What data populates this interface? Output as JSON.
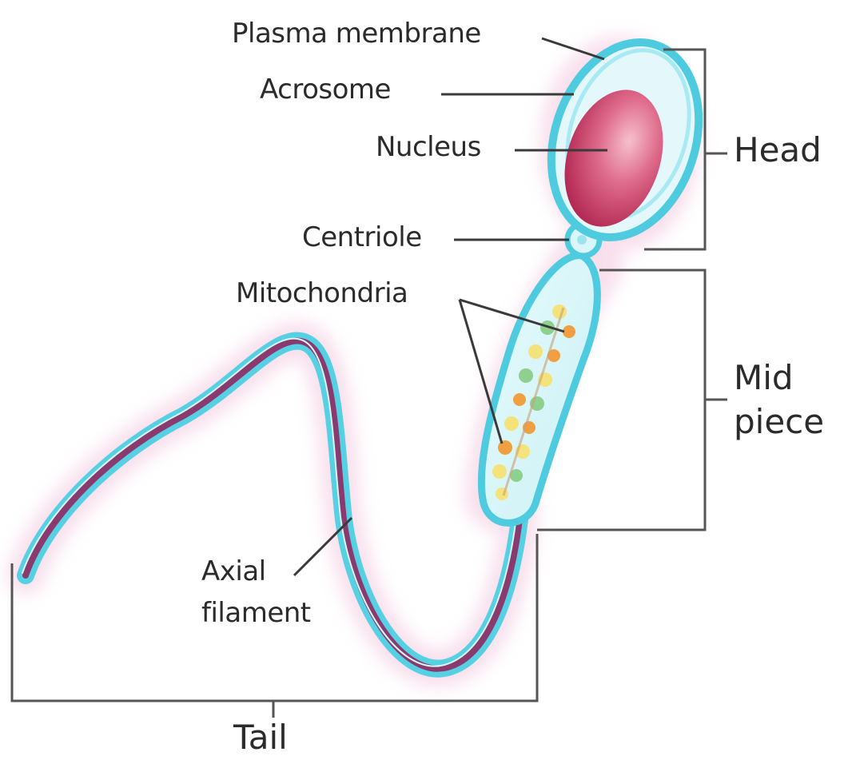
{
  "labels": {
    "plasma_membrane": "Plasma membrane",
    "acrosome": "Acrosome",
    "nucleus": "Nucleus",
    "centriole": "Centriole",
    "mitochondria": "Mitochondria",
    "axial_filament_line1": "Axial",
    "axial_filament_line2": "filament",
    "head": "Head",
    "mid_piece_line1": "Mid",
    "mid_piece_line2": "piece",
    "tail": "Tail"
  },
  "colors": {
    "membrane": "#5fd4e6",
    "nucleus": "#c93a62",
    "nucleus_highlight": "#f2a6b8",
    "tail_core": "#8a3a6e",
    "mitochondria_orange": "#f0a040",
    "mitochondria_yellow": "#f4e27a",
    "mitochondria_green": "#8ed08e",
    "bracket": "#555555",
    "text": "#2b2b2b"
  }
}
